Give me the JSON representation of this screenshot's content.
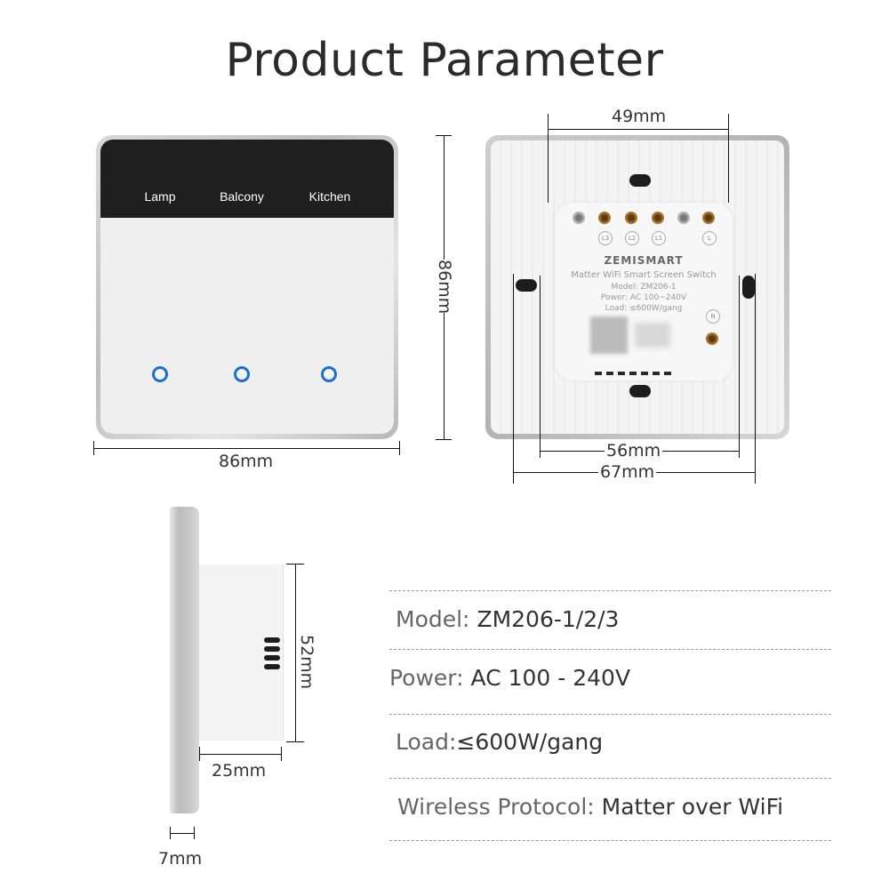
{
  "title": "Product Parameter",
  "front_view": {
    "screen_labels": [
      "Lamp",
      "Balcony",
      "Kitchen"
    ],
    "indicator_color": "#1a6fcf",
    "width_dimension": "86mm",
    "height_dimension": "86mm"
  },
  "back_view": {
    "brand": "ZEMISMART",
    "product_name": "Matter WiFi Smart Screen Switch",
    "model_line": "Model: ZM206-1",
    "power_line": "Power: AC 100~240V",
    "load_line": "Load: ≤600W/gang",
    "terminals": [
      "L3",
      "L2",
      "L1",
      "L",
      "N"
    ],
    "dim_top": "49mm",
    "dim_inner": "56mm",
    "dim_outer": "67mm"
  },
  "side_view": {
    "height_dimension": "52mm",
    "depth_dimension": "25mm",
    "plate_thickness": "7mm"
  },
  "specs": [
    {
      "label": "Model: ",
      "value": "ZM206-1/2/3"
    },
    {
      "label": "Power: ",
      "value": "AC 100 - 240V"
    },
    {
      "label": "Load:",
      "value": "≤600W/gang"
    },
    {
      "label": "Wireless Protocol: ",
      "value": "Matter over WiFi"
    }
  ]
}
